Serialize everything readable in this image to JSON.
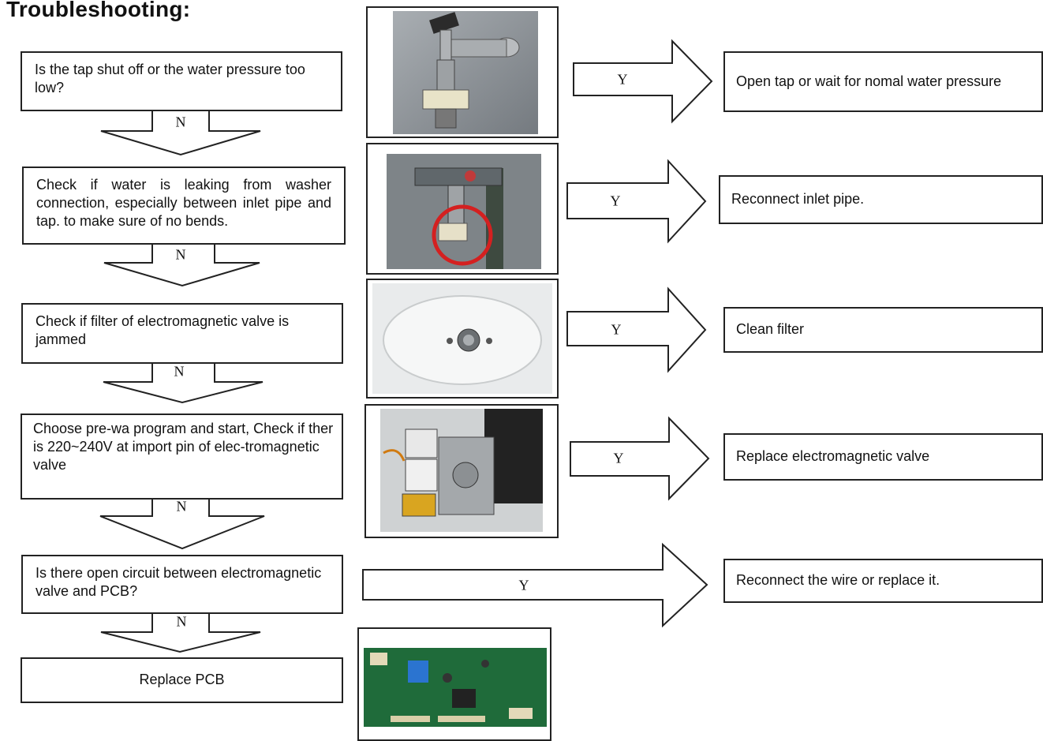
{
  "title": "Troubleshooting:",
  "questions": [
    "Is the tap shut off or the water pressure too low?",
    "Check if water is leaking from washer connection, especially between inlet pipe and tap. to make sure of   no bends.",
    "Check if filter of electromagnetic valve is jammed",
    "Choose pre-wa program and start, Check if ther is 220~240V at import pin of elec-tromagnetic valve",
    "Is there open circuit between electromagnetic valve and PCB?"
  ],
  "final": "Replace PCB",
  "results": [
    "Open tap or wait for nomal water pressure",
    "Reconnect inlet pipe.",
    "Clean filter",
    "Replace electromagnetic valve",
    "Reconnect the wire or replace it."
  ],
  "yes_label": "Y",
  "no_label": "N",
  "photos": [
    "tap-photo",
    "inlet-connection-photo",
    "valve-filter-photo",
    "electromagnetic-valve-photo",
    "pcb-photo"
  ]
}
